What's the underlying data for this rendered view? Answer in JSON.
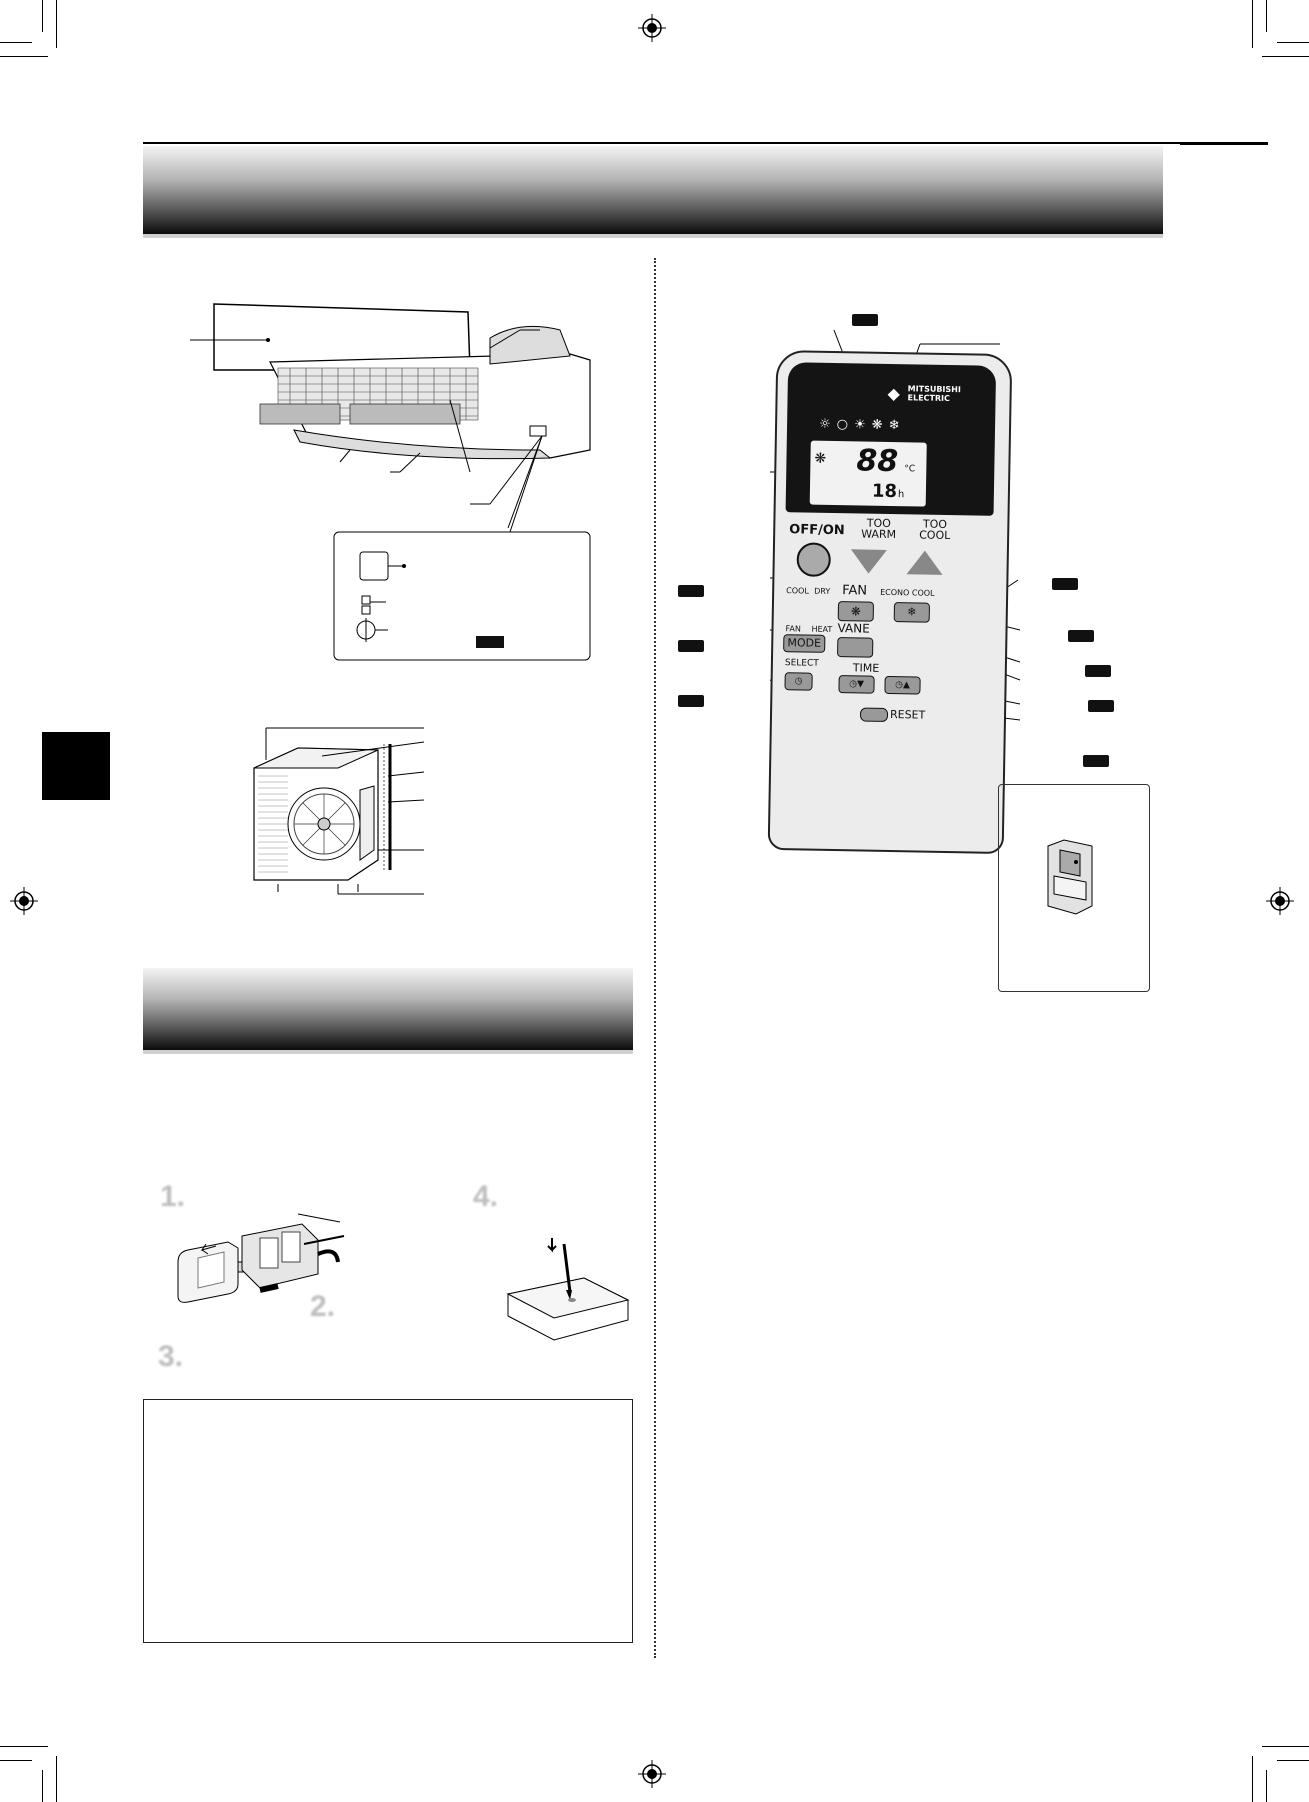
{
  "remote": {
    "brand_line1": "MITSUBISHI",
    "brand_line2": "ELECTRIC",
    "temp_display": "88",
    "temp_unit": "°C",
    "timer_display": "18",
    "timer_unit": "h",
    "off_on_label": "OFF/ON",
    "too_warm_line1": "TOO",
    "too_warm_line2": "WARM",
    "too_cool_line1": "TOO",
    "too_cool_line2": "COOL",
    "fan_label": "FAN",
    "econo_cool_label": "ECONO COOL",
    "vane_label": "VANE",
    "mode_label": "MODE",
    "mode_cool": "COOL",
    "mode_dry": "DRY",
    "mode_fan": "FAN",
    "mode_heat": "HEAT",
    "select_label": "SELECT",
    "time_label": "TIME",
    "reset_label": "RESET"
  },
  "steps": {
    "step1": "1.",
    "step2": "2.",
    "step3": "3.",
    "step4": "4."
  },
  "colors": {
    "banner_dark": "#0b0b0b",
    "remote_body": "#ececec",
    "remote_display_panel": "#141414"
  },
  "icons": [
    "registration-mark-icon",
    "indoor-unit-illustration",
    "outdoor-unit-illustration",
    "remote-controller-illustration",
    "remote-holder-illustration",
    "battery-insertion-illustration",
    "reset-pen-illustration"
  ]
}
